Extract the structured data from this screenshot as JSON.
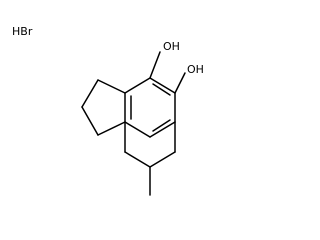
{
  "salt": "HBr",
  "atoms": {
    "oh_upper": "OH",
    "oh_lower": "OH"
  },
  "colors": {
    "bond": "#000000",
    "text": "#000000",
    "background": "#ffffff"
  }
}
